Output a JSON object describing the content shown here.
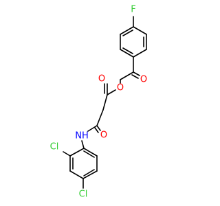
{
  "colors": {
    "bond": "#000000",
    "oxygen": "#ff0000",
    "nitrogen": "#0000ff",
    "fluorine": "#33cc33",
    "chlorine": "#33cc33",
    "background": "#ffffff"
  },
  "atom_labels": {
    "f": "F",
    "o_ketone": "O",
    "o_ester_single": "O",
    "o_ester_carbonyl": "O",
    "o_amide": "O",
    "nh": "NH",
    "h": "H",
    "n": "N",
    "cl_ortho": "Cl",
    "cl_para": "Cl"
  }
}
